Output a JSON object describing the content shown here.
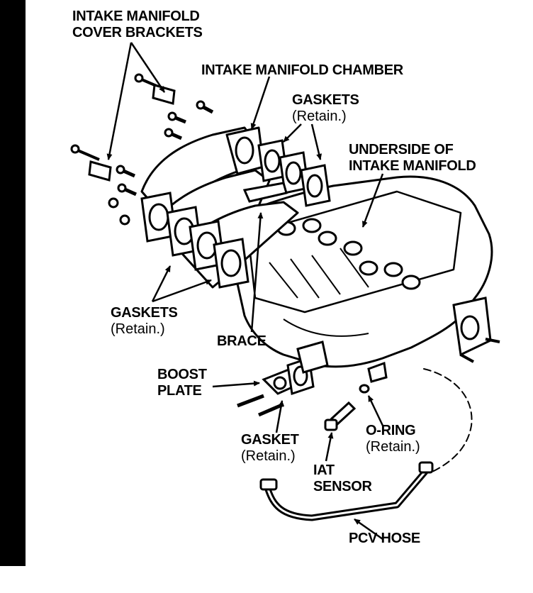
{
  "labels": {
    "cover_brackets": [
      "INTAKE MANIFOLD",
      "COVER BRACKETS"
    ],
    "chamber": "INTAKE MANIFOLD CHAMBER",
    "gaskets_upper": "GASKETS",
    "gaskets_upper_note": "(Retain.)",
    "underside": [
      "UNDERSIDE OF",
      "INTAKE MANIFOLD"
    ],
    "gaskets_lower": "GASKETS",
    "gaskets_lower_note": "(Retain.)",
    "brace": "BRACE",
    "boost_plate": [
      "BOOST",
      "PLATE"
    ],
    "gasket_single": "GASKET",
    "gasket_single_note": "(Retain.)",
    "iat_sensor": [
      "IAT",
      "SENSOR"
    ],
    "o_ring": "O-RING",
    "o_ring_note": "(Retain.)",
    "pcv_hose": "PCV HOSE"
  },
  "colors": {
    "ink": "#000000",
    "paper": "#ffffff"
  }
}
